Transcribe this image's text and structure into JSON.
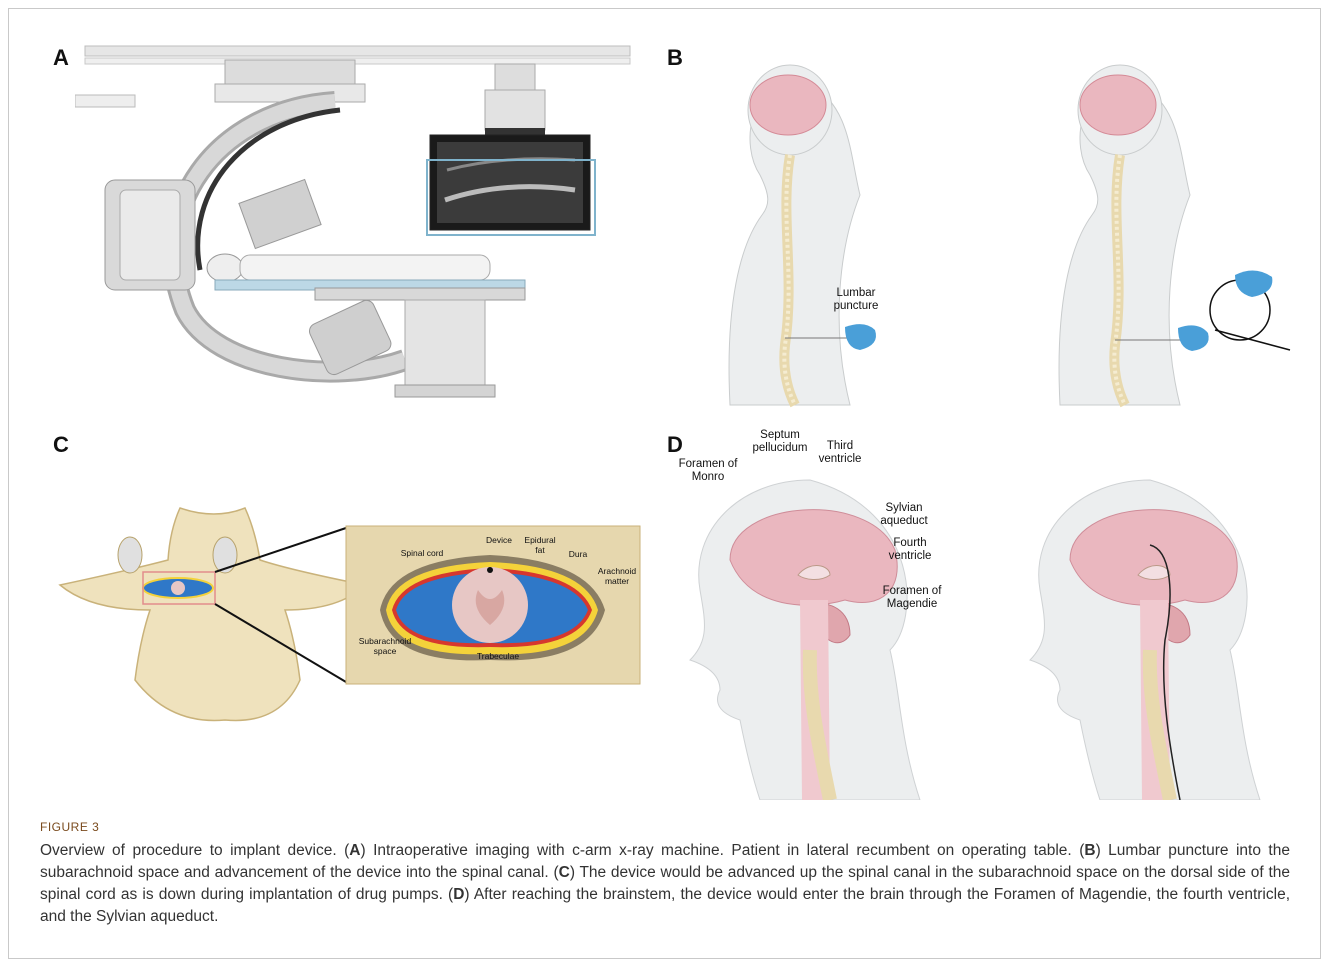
{
  "figure": {
    "number_label": "FIGURE 3",
    "caption_parts": [
      {
        "text": "Overview of procedure to implant device. (",
        "bold": false
      },
      {
        "text": "A",
        "bold": true
      },
      {
        "text": ") Intraoperative imaging with c-arm x-ray machine. Patient in lateral recumbent on operating table. (",
        "bold": false
      },
      {
        "text": "B",
        "bold": true
      },
      {
        "text": ") Lumbar puncture into the subarachnoid space and advancement of the device into the spinal canal. (",
        "bold": false
      },
      {
        "text": "C",
        "bold": true
      },
      {
        "text": ") The device would be advanced up the spinal canal in the subarachnoid space on the dorsal side of the spinal cord as is down during implantation of drug pumps. (",
        "bold": false
      },
      {
        "text": "D",
        "bold": true
      },
      {
        "text": ") After reaching the brainstem, the device would enter the brain through the Foramen of Magendie, the fourth ventricle, and the Sylvian aqueduct.",
        "bold": false
      }
    ]
  },
  "panels": {
    "a": {
      "letter": "A"
    },
    "b": {
      "letter": "B",
      "labels": {
        "lumbar_puncture": "Lumbar\npuncture"
      }
    },
    "c": {
      "letter": "C",
      "labels": {
        "device": "Device",
        "epidural_fat": "Epidural\nfat",
        "spinal_cord": "Spinal cord",
        "dura": "Dura",
        "arachnoid": "Arachnoid\nmatter",
        "subarachnoid": "Subarachnoid\nspace",
        "trabeculae": "Trabeculae"
      }
    },
    "d": {
      "letter": "D",
      "labels": {
        "septum": "Septum\npellucidum",
        "third_ventricle": "Third\nventricle",
        "foramen_monro": "Foramen of\nMonro",
        "sylvian": "Sylvian\naqueduct",
        "fourth_ventricle": "Fourth\nventricle",
        "foramen_magendie": "Foramen of\nMagendie"
      }
    }
  },
  "colors": {
    "bone": "#efe2bd",
    "brain": "#eab7bf",
    "skin": "#e4e6e7",
    "glove": "#4a9fd8",
    "csf_blue": "#2f78c8",
    "fat_yellow": "#f4d23a",
    "dura_red": "#d6372e",
    "machine": "#d5d5d5"
  }
}
